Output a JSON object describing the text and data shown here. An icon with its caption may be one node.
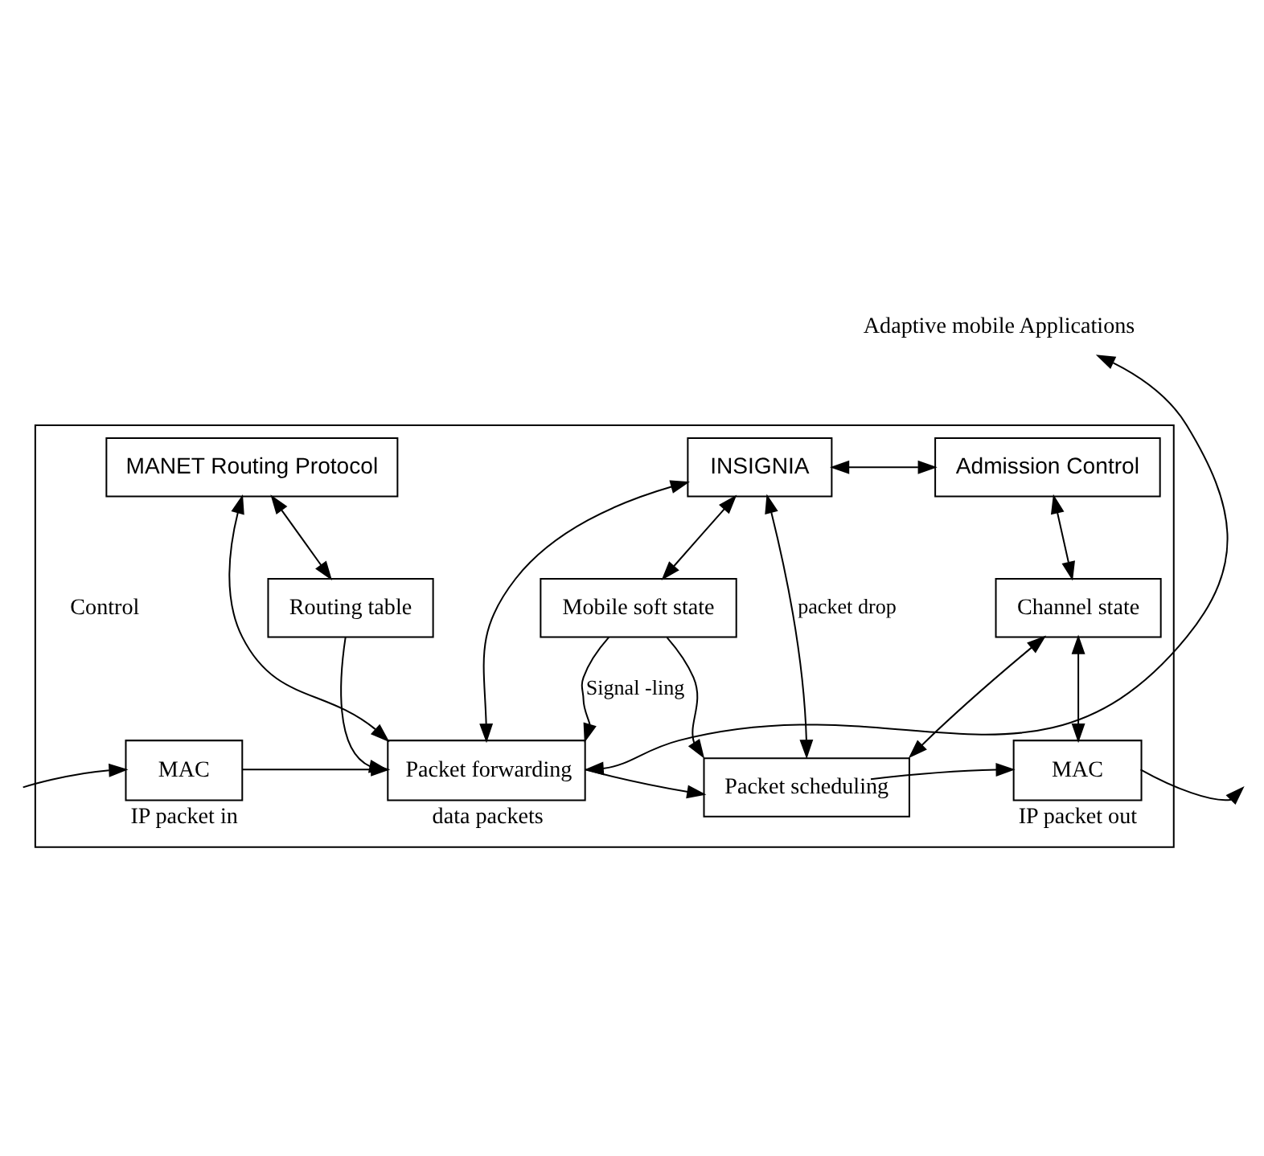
{
  "diagram": {
    "nodes": [
      {
        "text": [],
        "shape": "box"
      },
      {
        "text": [
          "Adaptive mobile Applications"
        ]
      },
      {
        "text": [
          "MANET Routing Protocol"
        ],
        "in": 0
      },
      {
        "text": [
          "INSIGNIA"
        ],
        "in": 0
      },
      {
        "text": [
          "Admission Control"
        ],
        "in": 0
      },
      {
        "text": [
          "Routing table"
        ],
        "in": 0
      },
      {
        "text": [
          "Mobile soft state"
        ],
        "in": 0
      },
      {
        "text": [
          "Channel state"
        ],
        "in": 0
      },
      {
        "text": [
          "MAC"
        ],
        "in": 0,
        "beside": [
          "IP packet in"
        ]
      },
      {
        "text": [
          "Packet forwarding"
        ],
        "in": 0,
        "beside": [
          "data packets"
        ]
      },
      {
        "text": [
          "Packet scheduling"
        ],
        "in": 0
      },
      {
        "text": [
          "MAC"
        ],
        "in": 0,
        "beside": [
          "IP packet out"
        ]
      }
    ],
    "edges": [
      {
        "from": null,
        "to": 8,
        "arrow": "to"
      },
      {
        "from": 8,
        "to": 9,
        "arrow": "to"
      },
      {
        "from": 9,
        "to": 10,
        "arrow": "to"
      },
      {
        "from": 10,
        "to": 11,
        "arrow": "to"
      },
      {
        "from": 11,
        "to": null,
        "arrow": "to"
      },
      {
        "from": 9,
        "to": 1,
        "arrow": "both"
      },
      {
        "from": 2,
        "to": 5,
        "arrow": "both"
      },
      {
        "from": 2,
        "to": 9,
        "arrow": "both"
      },
      {
        "from": 3,
        "to": 9,
        "arrow": "both"
      },
      {
        "from": 3,
        "to": 4,
        "arrow": "both"
      },
      {
        "from": 3,
        "to": 6,
        "arrow": "both"
      },
      {
        "from": 3,
        "to": 10,
        "label": "packet drop",
        "arrow": "both"
      },
      {
        "from": 4,
        "to": 7,
        "arrow": "both"
      },
      {
        "from": 5,
        "to": 9,
        "arrow": "to"
      },
      {
        "from": 6,
        "to": 9,
        "label": "Signal -ling",
        "arrow": "to"
      },
      {
        "from": 6,
        "to": 10,
        "arrow": "to"
      },
      {
        "from": 7,
        "to": 10,
        "arrow": "both"
      },
      {
        "from": 7,
        "to": 11,
        "arrow": "both"
      }
    ],
    "labels": [
      "Control"
    ]
  }
}
